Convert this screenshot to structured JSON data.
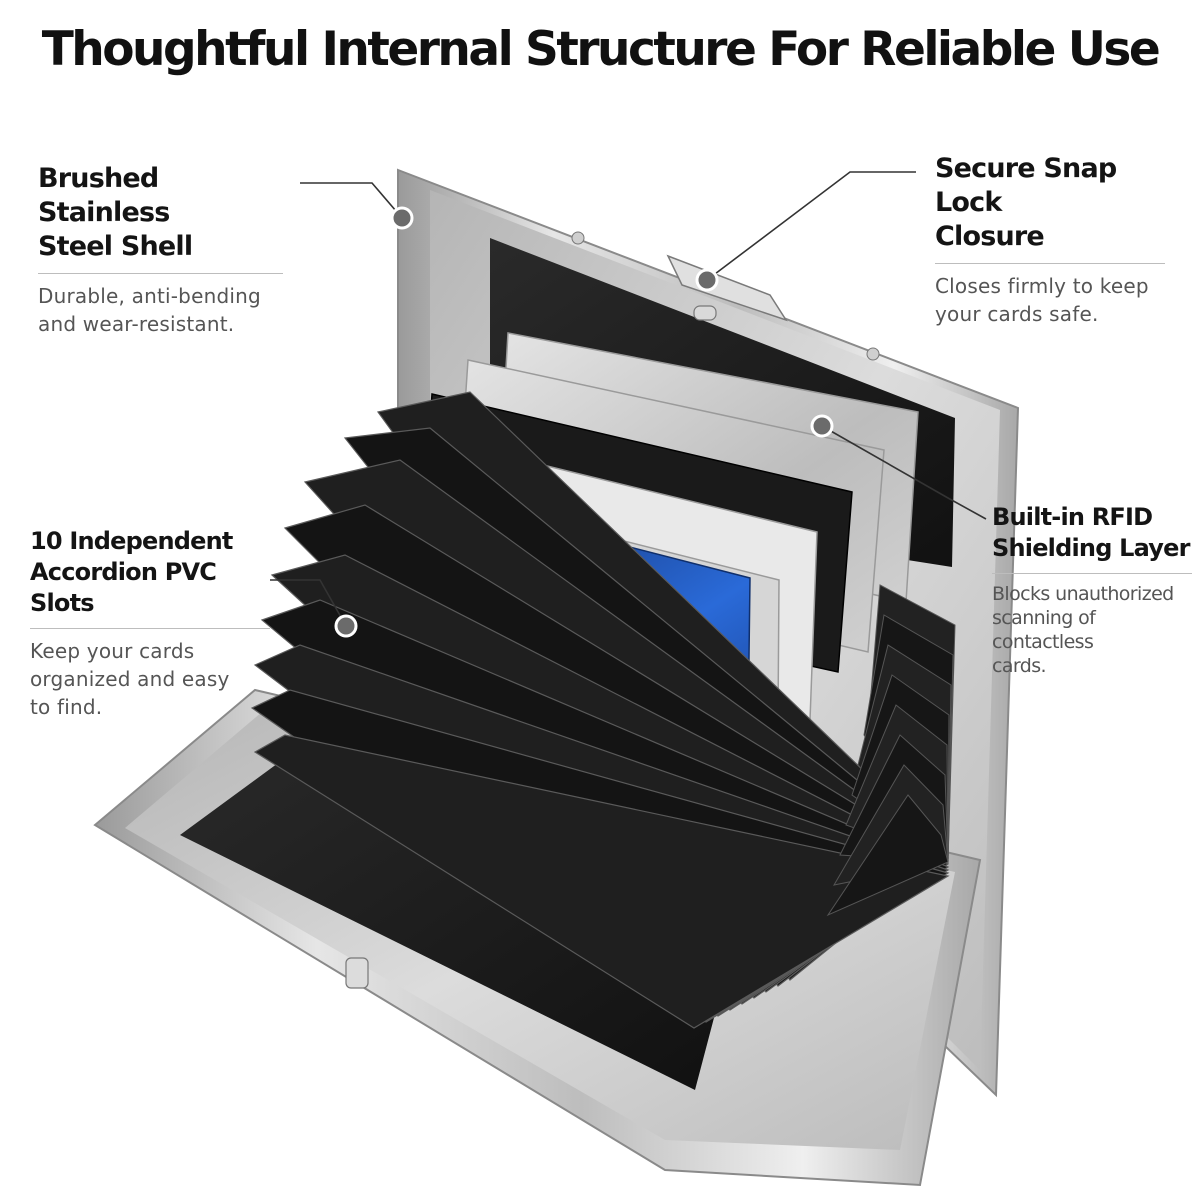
{
  "title": "Thoughtful Internal Structure For Reliable Use",
  "callouts": {
    "steel_shell": {
      "heading_line1": "Brushed Stainless",
      "heading_line2": "Steel Shell",
      "desc_line1": "Durable, anti-bending",
      "desc_line2": "and wear-resistant."
    },
    "snap_lock": {
      "heading_line1": "Secure Snap Lock",
      "heading_line2": "Closure",
      "desc_line1": "Closes firmly to keep",
      "desc_line2": "your cards safe."
    },
    "accordion": {
      "heading_line1": "10 Independent",
      "heading_line2": "Accordion PVC Slots",
      "desc_line1": "Keep your cards",
      "desc_line2": "organized and easy",
      "desc_line3": "to find."
    },
    "rfid": {
      "heading_line1": "Built-in RFID",
      "heading_line2": "Shielding Layer",
      "desc_line1": "Blocks unauthorized",
      "desc_line2": "scanning of contactless",
      "desc_line3": "cards."
    }
  },
  "colors": {
    "steel": "#c9c9c9",
    "black_panel": "#1b1b1b",
    "card_blue": "#1f4fa8",
    "leader": "#333333"
  },
  "icons": {
    "marker": "dot-marker-icon",
    "card_logo": "card-logo-icon"
  }
}
